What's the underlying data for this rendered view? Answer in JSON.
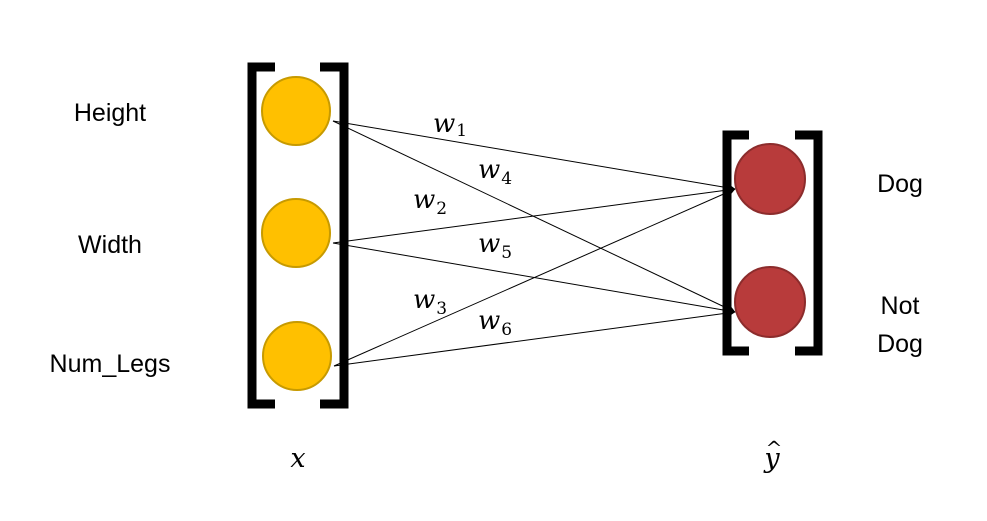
{
  "diagram": {
    "type": "neural-network",
    "input_layer": {
      "vector_label": "x",
      "node_color": "#FFC000",
      "node_stroke": "#C79A00",
      "features": [
        "Height",
        "Width",
        "Num_Legs"
      ]
    },
    "output_layer": {
      "vector_label": "ŷ",
      "vector_label_base": "y",
      "vector_label_hat": "^",
      "node_color": "#B83B3B",
      "node_stroke": "#8C2C2C",
      "classes": [
        {
          "line1": "Dog",
          "line2": ""
        },
        {
          "line1": "Not",
          "line2": "Dog"
        }
      ]
    },
    "weights": [
      {
        "name": "w",
        "sub": "1",
        "from": 0,
        "to": 0
      },
      {
        "name": "w",
        "sub": "4",
        "from": 0,
        "to": 1
      },
      {
        "name": "w",
        "sub": "2",
        "from": 1,
        "to": 0
      },
      {
        "name": "w",
        "sub": "5",
        "from": 1,
        "to": 1
      },
      {
        "name": "w",
        "sub": "3",
        "from": 2,
        "to": 0
      },
      {
        "name": "w",
        "sub": "6",
        "from": 2,
        "to": 1
      }
    ]
  }
}
